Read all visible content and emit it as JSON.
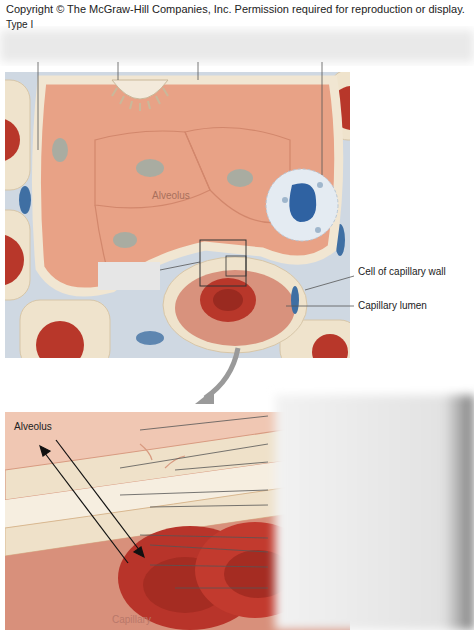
{
  "diagram": {
    "labels": [
      "Copyright © The McGraw-Hill Companies, Inc. Permission required for reproduction or display.",
      "Type I",
      "Alveolus",
      "Cell of capillary wall",
      "Capillary lumen",
      "Alveolus",
      "Capillary"
    ]
  }
}
